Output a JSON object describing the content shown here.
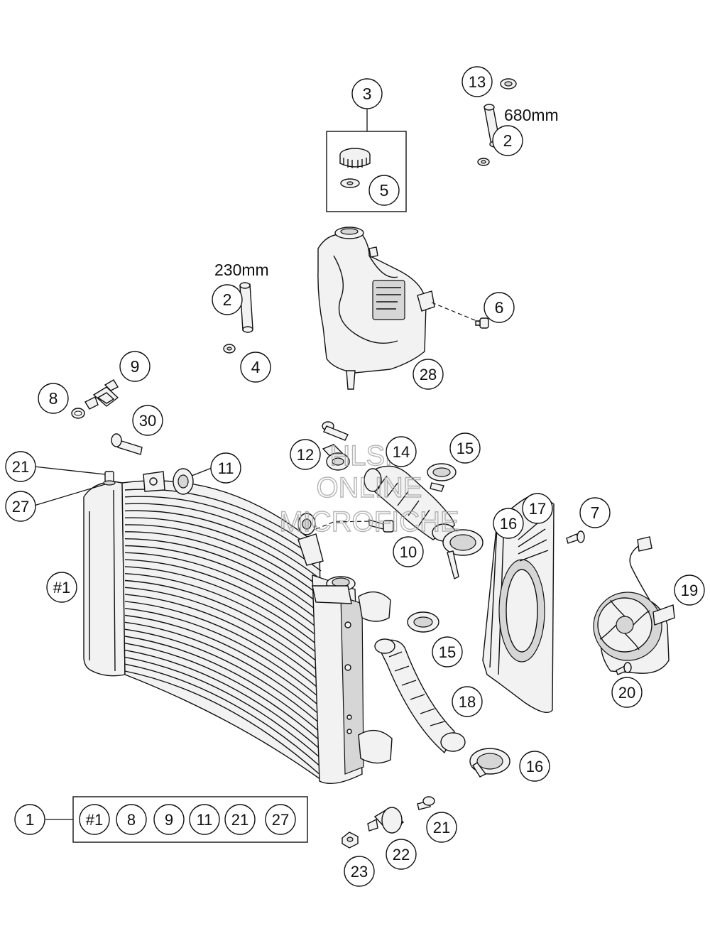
{
  "callouts": [
    {
      "id": "c1",
      "label": "1"
    },
    {
      "id": "c2a",
      "label": "2"
    },
    {
      "id": "c2b",
      "label": "2"
    },
    {
      "id": "c3",
      "label": "3"
    },
    {
      "id": "c4",
      "label": "4"
    },
    {
      "id": "c5",
      "label": "5"
    },
    {
      "id": "c6",
      "label": "6"
    },
    {
      "id": "c7",
      "label": "7"
    },
    {
      "id": "c8",
      "label": "8"
    },
    {
      "id": "c9",
      "label": "9"
    },
    {
      "id": "c10",
      "label": "10"
    },
    {
      "id": "c11",
      "label": "11"
    },
    {
      "id": "c12",
      "label": "12"
    },
    {
      "id": "c13",
      "label": "13"
    },
    {
      "id": "c14",
      "label": "14"
    },
    {
      "id": "c15a",
      "label": "15"
    },
    {
      "id": "c15b",
      "label": "15"
    },
    {
      "id": "c16a",
      "label": "16"
    },
    {
      "id": "c16b",
      "label": "16"
    },
    {
      "id": "c17",
      "label": "17"
    },
    {
      "id": "c18",
      "label": "18"
    },
    {
      "id": "c19",
      "label": "19"
    },
    {
      "id": "c20",
      "label": "20"
    },
    {
      "id": "c21a",
      "label": "21"
    },
    {
      "id": "c21b",
      "label": "21"
    },
    {
      "id": "c22",
      "label": "22"
    },
    {
      "id": "c23",
      "label": "23"
    },
    {
      "id": "c27",
      "label": "27"
    },
    {
      "id": "c28",
      "label": "28"
    },
    {
      "id": "c30",
      "label": "30"
    },
    {
      "id": "c_h1",
      "label": "#1"
    }
  ],
  "kit": {
    "items": [
      "#1",
      "8",
      "9",
      "11",
      "21",
      "27"
    ]
  },
  "dimensions": {
    "hose_top": "680mm",
    "hose_mid": "230mm"
  },
  "watermark": {
    "line1": "HLSM",
    "line2": "ONLINE",
    "line3": "MICROFICHE"
  },
  "colors": {
    "ink": "#111111",
    "part_fill": "#f2f2f2",
    "part_shade": "#d6d6d6",
    "watermark": "#c9c9c9"
  }
}
